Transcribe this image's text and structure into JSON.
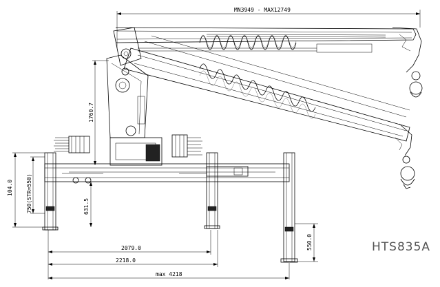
{
  "title": "HTS835A",
  "dimensions": {
    "top_reach": "MN3949  -  MAX12749",
    "column_height": "1760.7",
    "left_total_height": "104.0",
    "left_stroke": "750(STR=550)",
    "frame_height": "631.5",
    "width_2079": "2079.0",
    "width_2218": "2218.0",
    "max_width": "max  4218",
    "right_leg": "550.0"
  },
  "colors": {
    "line": "#000000",
    "model_text": "#555555",
    "background": "#ffffff"
  }
}
